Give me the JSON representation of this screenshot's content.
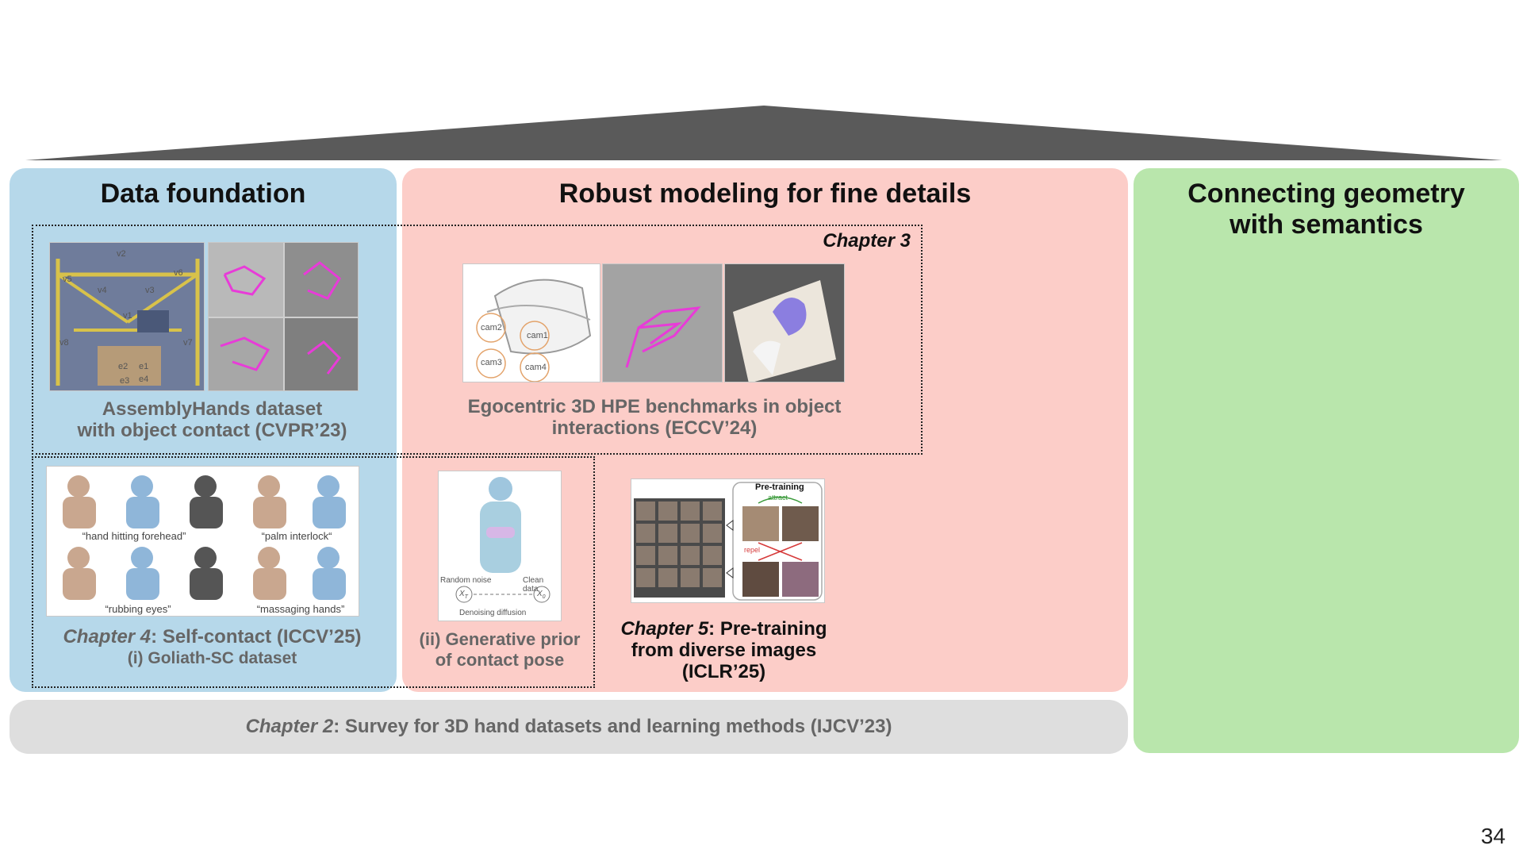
{
  "panels": {
    "data_foundation": {
      "title": "Data foundation",
      "assemblyhands_caption": [
        "AssemblyHands dataset",
        "with object contact (CVPR’23)"
      ],
      "chapter4_label": "Chapter 4",
      "chapter4_rest": ": Self-contact (ICCV’25)",
      "chapter4_sub": "(i) Goliath-SC dataset",
      "quotes": [
        "“hand hitting forehead”",
        "“palm interlock“",
        "“rubbing eyes”",
        "“massaging hands”"
      ],
      "camera_tags": [
        "v2",
        "v6",
        "v4",
        "v3",
        "v1",
        "v5",
        "v8",
        "v7",
        "e2",
        "e1",
        "e3",
        "e4"
      ]
    },
    "robust_modeling": {
      "title": "Robust modeling for fine details",
      "chapter3_label": "Chapter 3",
      "egocentric_caption": [
        "Egocentric 3D HPE benchmarks in object",
        "interactions (ECCV’24)"
      ],
      "headset_tags": [
        "cam2",
        "cam1",
        "cam3",
        "cam4"
      ],
      "generative_caption": [
        "(ii) Generative prior",
        "of contact pose"
      ],
      "diffusion_labels": {
        "random_noise": "Random noise",
        "clean_data": "Clean data",
        "xt": "X",
        "xt_sub": "T",
        "x0": "X",
        "x0_sub": "0",
        "denoising": "Denoising diffusion"
      },
      "chapter5_label": "Chapter 5",
      "chapter5_rest": ": Pre-training",
      "chapter5_lines": [
        "from diverse images",
        "(ICLR’25)"
      ],
      "pretraining_labels": {
        "title": "Pre-training",
        "attract": "attract",
        "repel": "repel"
      }
    },
    "connecting": {
      "title_lines": [
        "Connecting geometry",
        "with semantics"
      ]
    },
    "survey": {
      "chapter2_label": "Chapter 2",
      "chapter2_rest": ": Survey for 3D hand datasets and learning methods (IJCV’23)"
    }
  },
  "page_number": "34",
  "colors": {
    "roof": "#5a5a5a",
    "blue_panel": "#b6d8ea",
    "pink_panel": "#fccdc8",
    "green_panel": "#b9e6ac",
    "gray_bar": "#dedede",
    "hand_overlay": "#e83bd8"
  }
}
